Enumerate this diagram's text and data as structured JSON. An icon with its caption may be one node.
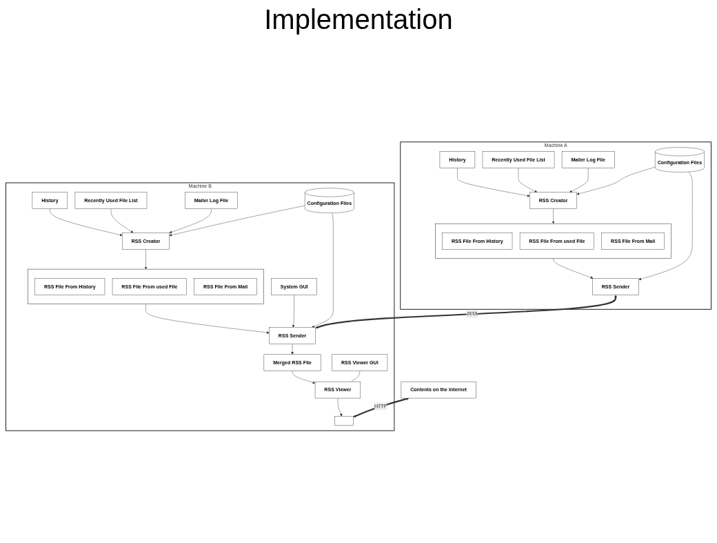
{
  "diagram": {
    "title": "Implementation",
    "nodes": [
      {
        "text": [
          "Machine A"
        ]
      },
      {
        "text": [
          "History"
        ],
        "in": 0
      },
      {
        "text": [
          "Recently Used File List"
        ],
        "in": 0
      },
      {
        "text": [
          "Mailer Log File"
        ],
        "in": 0
      },
      {
        "text": [
          "RSS Creator"
        ],
        "in": 0
      },
      {
        "text": [
          "Configuration Files"
        ],
        "in": 0
      },
      {
        "text": [],
        "shape": "box",
        "in": 0
      },
      {
        "text": [
          "RSS File From History"
        ],
        "in": 6
      },
      {
        "text": [
          "RSS File From used File"
        ],
        "in": 6
      },
      {
        "text": [
          "RSS File From Mail"
        ],
        "in": 6
      },
      {
        "text": [
          "RSS Sender"
        ],
        "in": 0
      },
      {
        "text": [
          "Machine B"
        ]
      },
      {
        "text": [
          "History"
        ],
        "in": 11
      },
      {
        "text": [
          "Recently Used File List"
        ],
        "in": 11
      },
      {
        "text": [
          "Mailer Log File"
        ],
        "in": 11
      },
      {
        "text": [
          "System GUI"
        ],
        "in": 11
      },
      {
        "text": [
          "Configuration Files"
        ],
        "in": 11
      },
      {
        "text": [
          "RSS Creator"
        ],
        "in": 11
      },
      {
        "text": [
          "RSS Sender"
        ],
        "in": 11
      },
      {
        "text": [],
        "shape": "box",
        "in": 11
      },
      {
        "text": [
          "RSS File From History"
        ],
        "in": 19
      },
      {
        "text": [
          "RSS File From used File"
        ],
        "in": 19
      },
      {
        "text": [
          "RSS File From Mail"
        ],
        "in": 19
      },
      {
        "text": [
          "Merged RSS File"
        ],
        "in": 11
      },
      {
        "text": [
          "RSS Viewer GUI"
        ],
        "in": 11
      },
      {
        "text": [
          "RSS Viewer"
        ],
        "in": 11
      },
      {
        "text": [],
        "shape": "box",
        "in": 11
      },
      {
        "text": [
          "Contents on the Internet"
        ]
      }
    ],
    "edges": [
      {
        "from": 1,
        "to": 4,
        "arrow": "to"
      },
      {
        "from": 2,
        "to": 4,
        "arrow": "to"
      },
      {
        "from": 3,
        "to": 4,
        "arrow": "to"
      },
      {
        "from": 5,
        "to": 4,
        "arrow": "to"
      },
      {
        "from": 4,
        "to": 6,
        "arrow": "to"
      },
      {
        "from": 6,
        "to": 10,
        "arrow": "to"
      },
      {
        "from": 5,
        "to": 10,
        "arrow": "to"
      },
      {
        "from": 10,
        "to": 18,
        "arrow": "both",
        "label": "JXTA",
        "style": "thick"
      },
      {
        "from": 12,
        "to": 17,
        "arrow": "to"
      },
      {
        "from": 13,
        "to": 17,
        "arrow": "to"
      },
      {
        "from": 14,
        "to": 17,
        "arrow": "to"
      },
      {
        "from": 16,
        "to": 17,
        "arrow": "to"
      },
      {
        "from": 17,
        "to": 19,
        "arrow": "to"
      },
      {
        "from": 19,
        "to": 18,
        "arrow": "to"
      },
      {
        "from": 15,
        "to": 18,
        "arrow": "to"
      },
      {
        "from": 16,
        "to": 18,
        "arrow": "to"
      },
      {
        "from": 18,
        "to": 23,
        "arrow": "to"
      },
      {
        "from": 23,
        "to": 25,
        "arrow": "to"
      },
      {
        "from": 24,
        "to": 25,
        "arrow": "none"
      },
      {
        "from": 25,
        "to": 26,
        "arrow": "to"
      },
      {
        "from": 27,
        "to": 26,
        "arrow": "both",
        "label": "HTTP",
        "style": "thick"
      }
    ]
  }
}
